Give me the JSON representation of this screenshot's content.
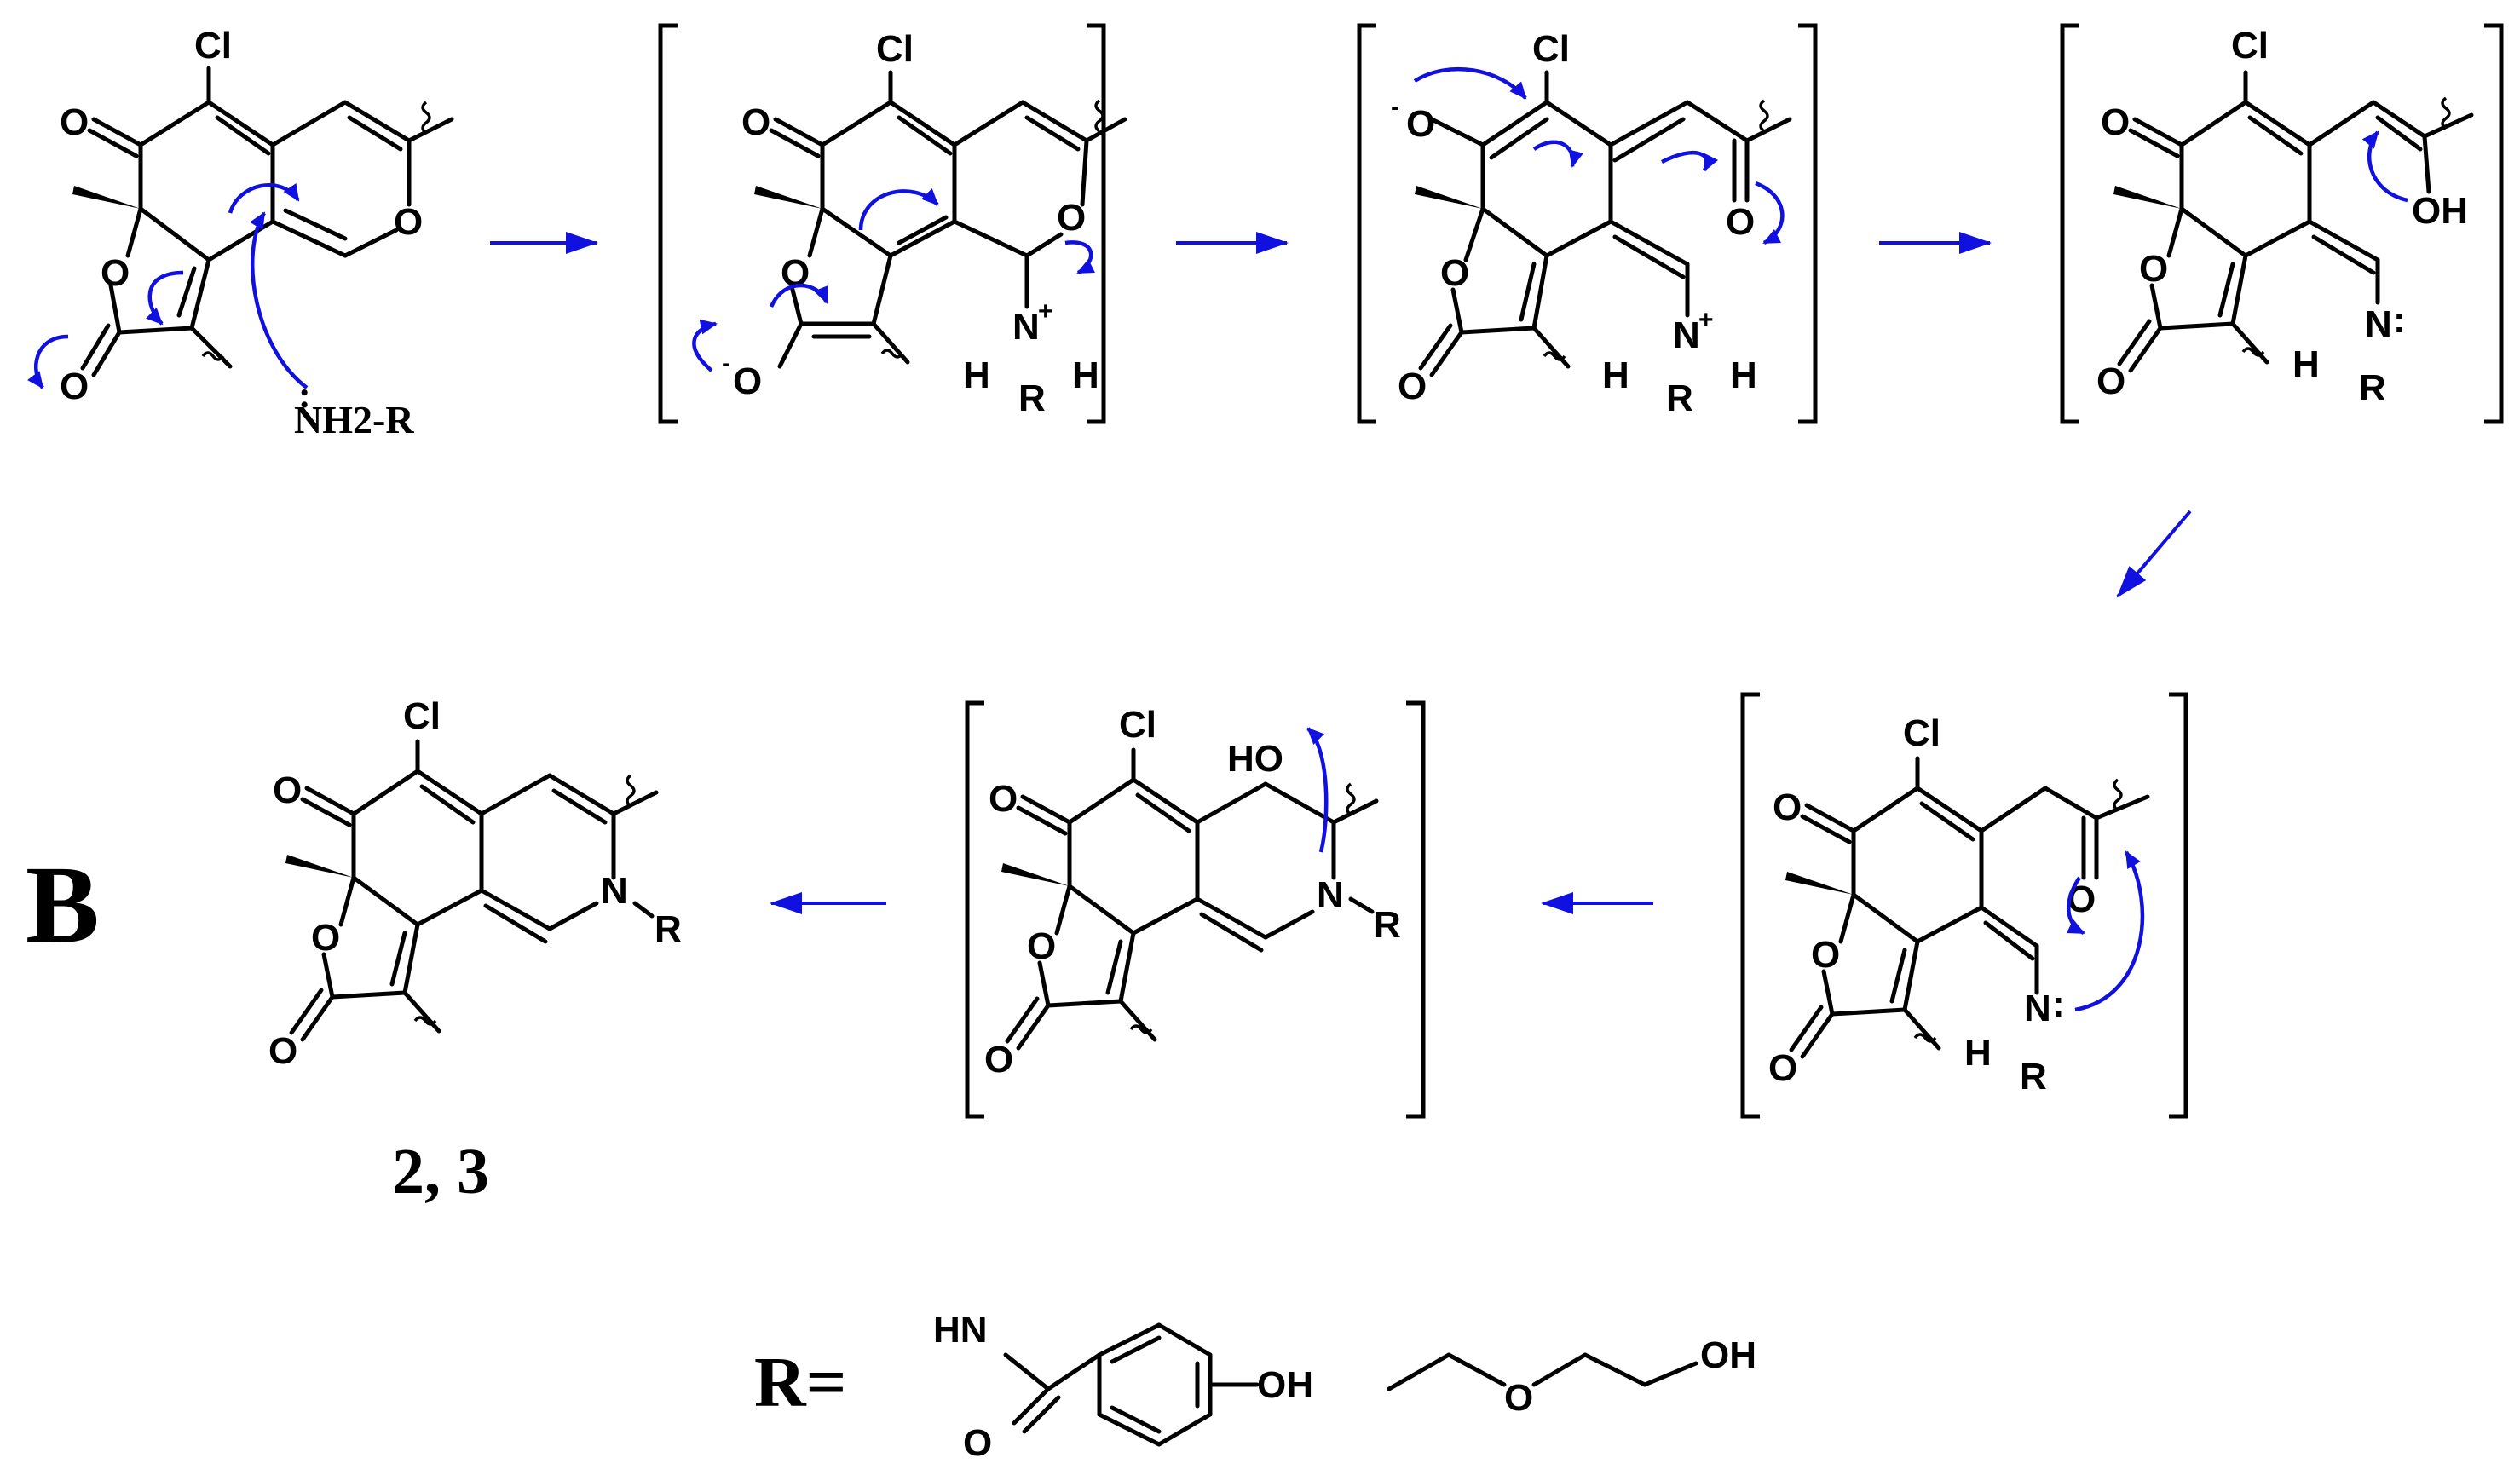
{
  "panel_letter": "B",
  "compound_numbers": "2, 3",
  "r_definition_label": "R=",
  "atom_labels": {
    "chlorine": "Cl",
    "oxygen": "O",
    "nitrogen": "N",
    "hydrogen": "H",
    "hydroxyl": "OH",
    "hydroxyl_left": "HO",
    "r_group": "R",
    "amine_nucleophile": "NH2-R",
    "amide_nh": "HN",
    "plus": "+",
    "minus": "-",
    "lone_pair": ":"
  },
  "colors": {
    "arrow": "#1010e0",
    "structure": "#000000"
  }
}
